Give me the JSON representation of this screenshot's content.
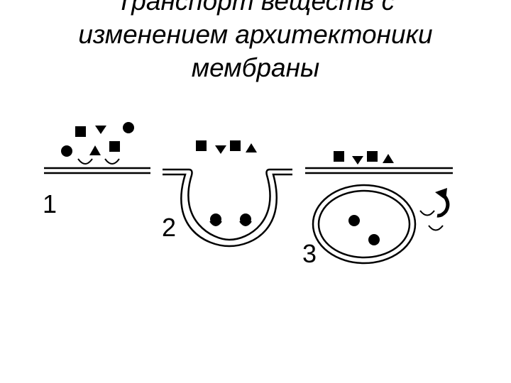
{
  "title": {
    "line1": "Транспорт веществ с",
    "line2": "изменением  архитектоники",
    "line3": "мембраны"
  },
  "stages": {
    "stage1": "1",
    "stage2": "2",
    "stage3": "3"
  },
  "colors": {
    "ink": "#000000",
    "background": "#ffffff"
  }
}
